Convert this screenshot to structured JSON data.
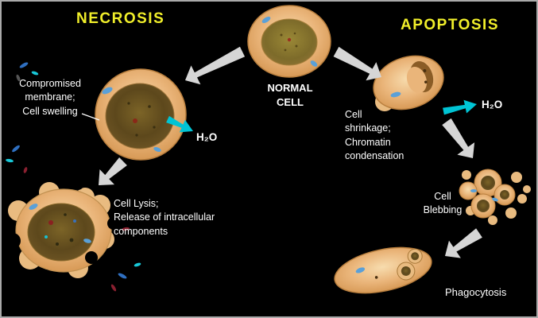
{
  "diagram": {
    "left_title": "NECROSIS",
    "right_title": "APOPTOSIS",
    "normal_cell_label": "NORMAL\nCELL",
    "necrosis": {
      "step1_label": "Compromised\nmembrane;\nCell swelling",
      "water_label": "H₂O",
      "step2_label": "Cell Lysis;\nRelease of intracellular\ncomponents"
    },
    "apoptosis": {
      "step1_label": "Cell\nshrinkage;\nChromatin\ncondensation",
      "water_label": "H₂O",
      "step2_label": "Cell\nBlebbing",
      "step3_label": "Phagocytosis"
    },
    "colors": {
      "background": "#000000",
      "title_text": "#f0ee2a",
      "body_text": "#ffffff",
      "cell_body": "#eab57a",
      "cell_core": "#7d6b2a",
      "water_arrow": "#00c4d4",
      "flow_arrow": "#d6d6d6"
    }
  }
}
